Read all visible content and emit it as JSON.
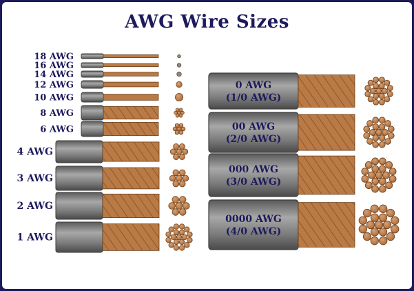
{
  "title": "AWG Wire Sizes",
  "colors": {
    "frame": "#1d1a5c",
    "label": "#1d1a5c",
    "copper": "#b97a45",
    "copper_line": "#7a4a20",
    "insulation": "#858585",
    "insulation_dark": "#3c3c3c"
  },
  "left_wires": [
    {
      "label": "18 AWG"
    },
    {
      "label": "16 AWG"
    },
    {
      "label": "14 AWG"
    },
    {
      "label": "12 AWG"
    },
    {
      "label": "10 AWG"
    },
    {
      "label": "8 AWG"
    },
    {
      "label": "6 AWG"
    },
    {
      "label": "4 AWG"
    },
    {
      "label": "3 AWG"
    },
    {
      "label": "2 AWG"
    },
    {
      "label": "1 AWG"
    }
  ],
  "right_wires": [
    {
      "label": "0 AWG",
      "alt_label": "(1/0 AWG)"
    },
    {
      "label": "00 AWG",
      "alt_label": "(2/0 AWG)"
    },
    {
      "label": "000 AWG",
      "alt_label": "(3/0 AWG)"
    },
    {
      "label": "0000 AWG",
      "alt_label": "(4/0 AWG)"
    }
  ]
}
